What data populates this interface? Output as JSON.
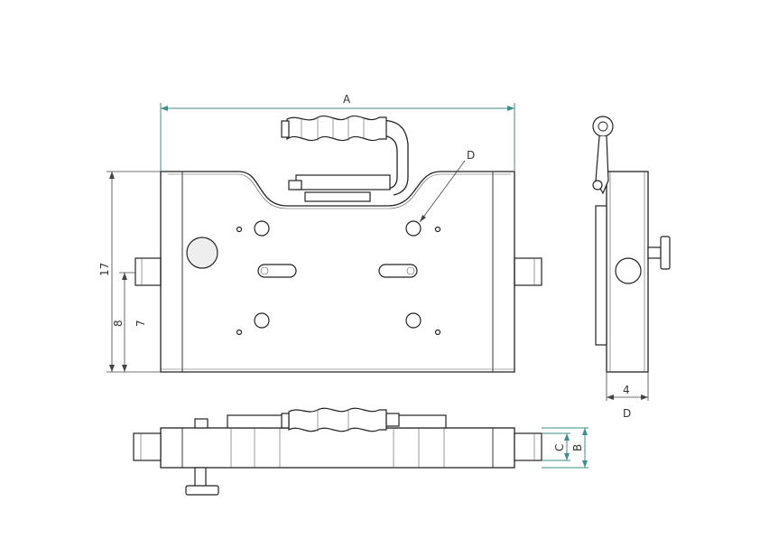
{
  "drawing": {
    "labels": {
      "A": "A",
      "B": "B",
      "C": "C",
      "D_top": "D",
      "D_side": "D",
      "dim_17": "17",
      "dim_8": "8",
      "dim_7": "7",
      "dim_4": "4"
    },
    "colors": {
      "line": "#222222",
      "dimension": "#3c8f8a",
      "background": "#ffffff"
    }
  }
}
